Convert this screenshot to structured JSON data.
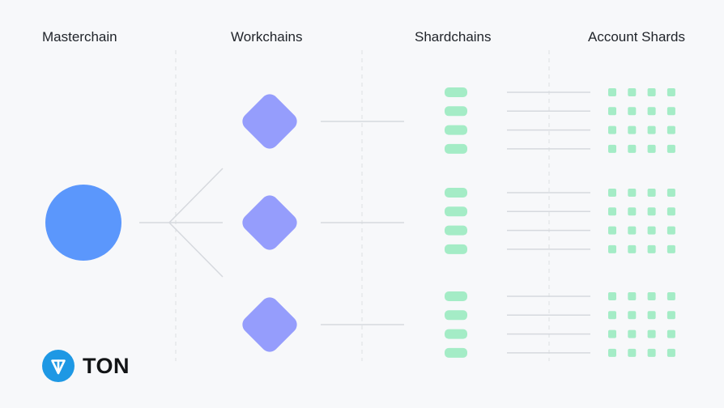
{
  "headers": {
    "masterchain": "Masterchain",
    "workchains": "Workchains",
    "shardchains": "Shardchains",
    "account_shards": "Account Shards"
  },
  "diagram": {
    "workchain_count": 3,
    "shardchains_per_workchain": 4,
    "account_shards_per_shardchain": 4,
    "colors": {
      "masterchain": "#5b97fc",
      "workchain": "#959dfc",
      "shardchain": "#a4ecc6",
      "account_shard": "#a4ecc6",
      "connector": "#d6d9de",
      "divider": "#dcdfe3"
    }
  },
  "logo": {
    "text": "TON",
    "color": "#1e98e4",
    "icon": "ton-diamond-icon"
  }
}
